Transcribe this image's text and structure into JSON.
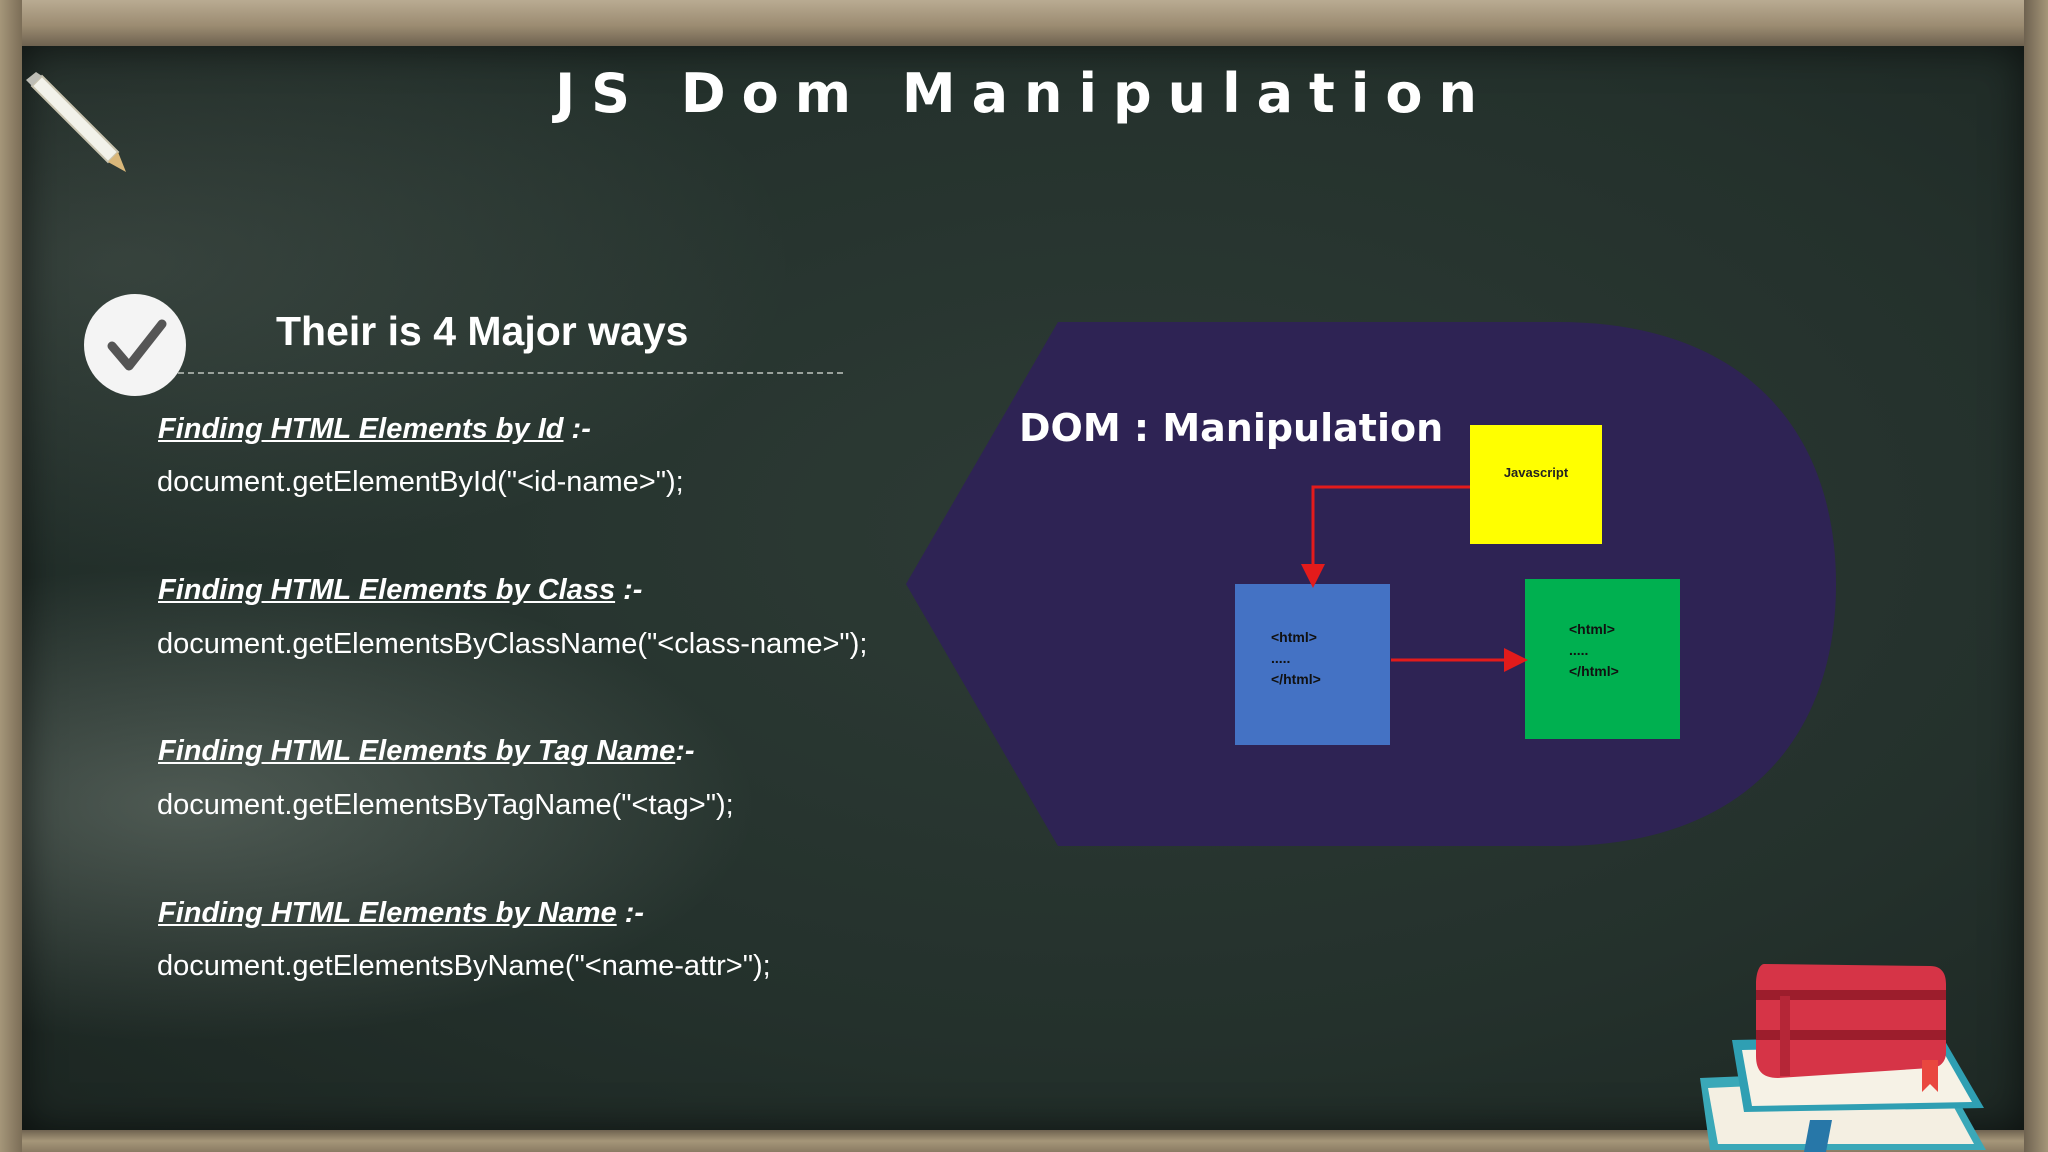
{
  "slide": {
    "title": "JS Dom Manipulation",
    "heading": "Their is 4 Major ways",
    "ways": [
      {
        "label": "Finding HTML Elements by Id",
        "suffix": " :-",
        "code": "document.getElementById(\"<id-name>\");"
      },
      {
        "label": "Finding HTML Elements by Class",
        "suffix": " :-",
        "code": "document.getElementsByClassName(\"<class-name>\");"
      },
      {
        "label": "Finding HTML Elements by Tag Name",
        "suffix": ":-",
        "code": "document.getElementsByTagName(\"<tag>\");"
      },
      {
        "label": "Finding HTML Elements by Name",
        "suffix": " :-",
        "code": "document.getElementsByName(\"<name-attr>\");"
      }
    ]
  },
  "diagram": {
    "title": "DOM : Manipulation",
    "js_box_label": "Javascript",
    "blue_box_lines": [
      "<html>",
      ".....",
      "</html>"
    ],
    "green_box_lines": [
      "<html>",
      ".....",
      "</html>"
    ]
  },
  "colors": {
    "board": "#24312c",
    "diagram_background": "#2e2354",
    "js_box": "#ffff00",
    "html_box_blue": "#4472c4",
    "html_box_green": "#00b050",
    "arrow": "#e31b1b"
  },
  "icons": {
    "check": "check-icon",
    "pencil": "pencil-icon",
    "books": "books-icon"
  }
}
